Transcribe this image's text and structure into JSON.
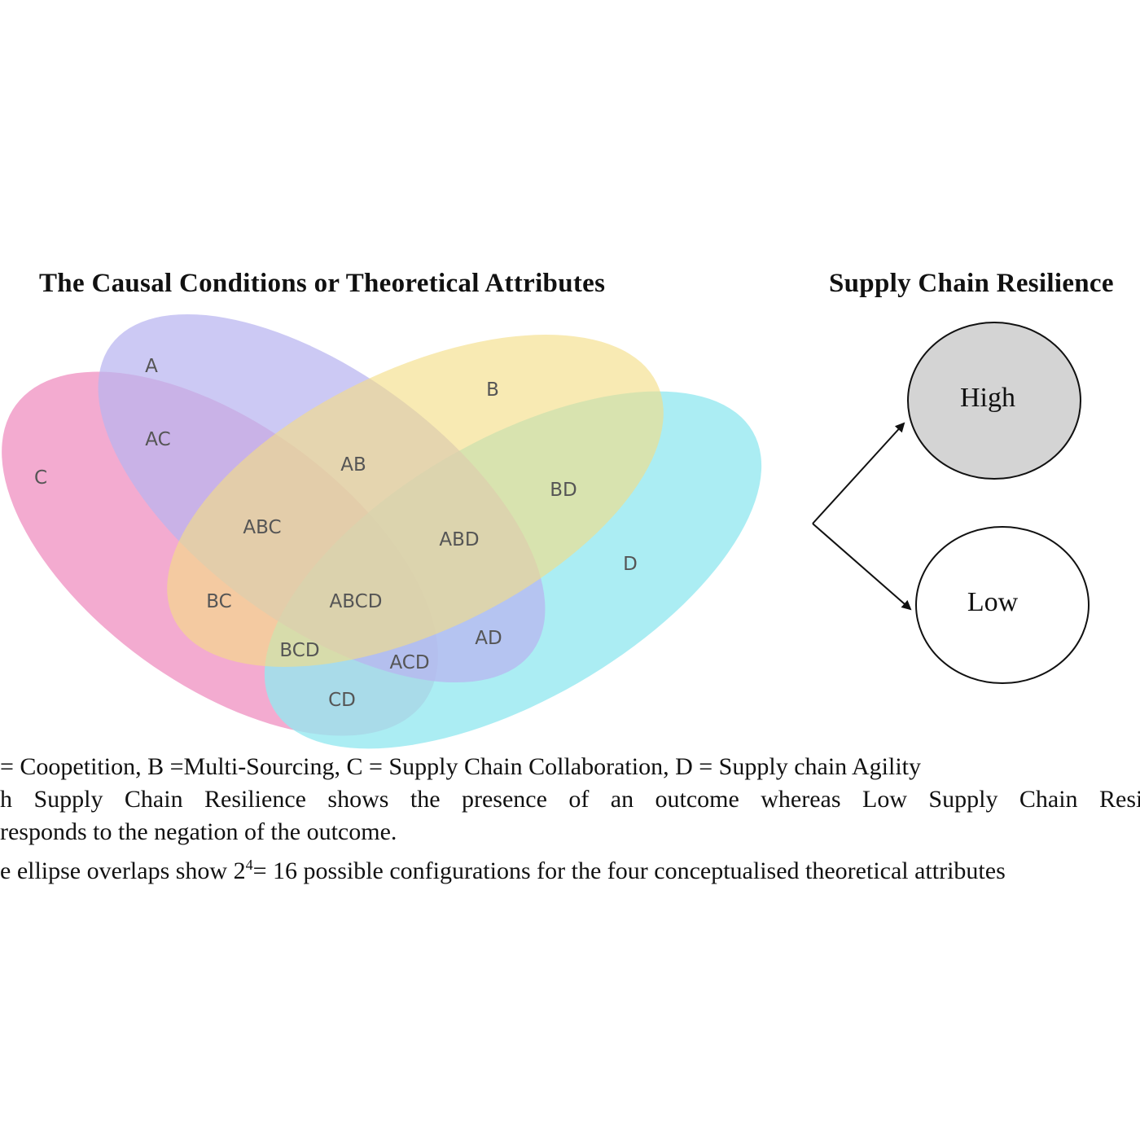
{
  "venn": {
    "title": "The Causal Conditions or Theoretical Attributes",
    "sets": [
      {
        "key": "A",
        "label": "A",
        "color": "#b9b4f0"
      },
      {
        "key": "B",
        "label": "B",
        "color": "#f3dd84"
      },
      {
        "key": "C",
        "label": "C",
        "color": "#ef93c3"
      },
      {
        "key": "D",
        "label": "D",
        "color": "#93e8ef"
      }
    ],
    "regions": [
      "AC",
      "AB",
      "BD",
      "ABC",
      "ABD",
      "BC",
      "ABCD",
      "AD",
      "BCD",
      "ACD",
      "CD"
    ]
  },
  "outcome": {
    "title": "Supply Chain Resilience",
    "high": {
      "label": "High",
      "fill": "#d4d4d4"
    },
    "low": {
      "label": "Low",
      "fill": "#ffffff"
    }
  },
  "notes": {
    "line1": "= Coopetition, B =Multi-Sourcing, C = Supply Chain Collaboration, D = Supply chain Agility",
    "line2": "h Supply Chain Resilience shows the presence of an outcome whereas Low Supply Chain Resili",
    "line3": "responds to the negation of the outcome.",
    "line4_pre": "e ellipse overlaps show 2",
    "line4_sup": "4",
    "line4_post": "= 16 possible configurations for the four conceptualised theoretical attributes"
  }
}
